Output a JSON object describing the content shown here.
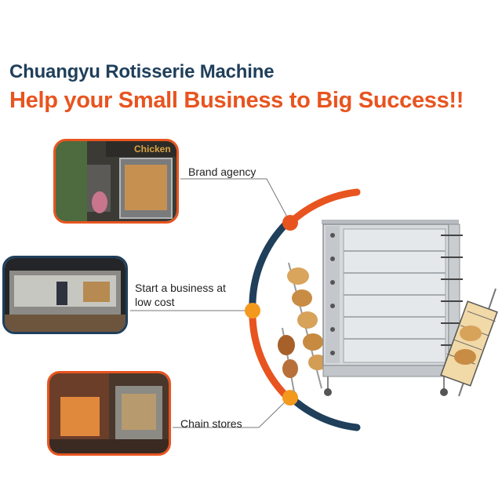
{
  "header": {
    "title": "Chuangyu Rotisserie Machine",
    "subtitle": "Help your Small Business to Big Success!!"
  },
  "items": [
    {
      "label": "Brand agency"
    },
    {
      "label": "Start a business at low cost"
    },
    {
      "label": "Chain stores"
    }
  ],
  "photos": [
    {
      "sign_text": "Chicken"
    }
  ],
  "colors": {
    "accent_orange": "#e8541f",
    "accent_navy": "#1f3f5b",
    "dot_orange": "#f39a1e"
  }
}
